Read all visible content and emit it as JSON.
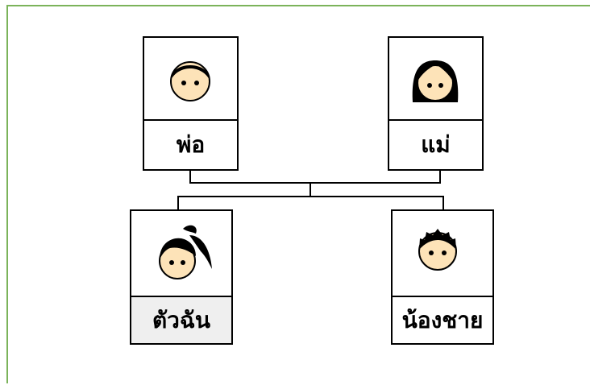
{
  "members": {
    "father": {
      "label": "พ่อ",
      "icon": "boy-face-icon"
    },
    "mother": {
      "label": "แม่",
      "icon": "girl-long-hair-face-icon"
    },
    "me": {
      "label": "ตัวฉัน",
      "icon": "girl-ponytail-face-icon",
      "highlighted": true
    },
    "brother": {
      "label": "น้องชาย",
      "icon": "boy-spiky-hair-face-icon"
    }
  },
  "colors": {
    "frame": "#7bb35a",
    "skin": "#fde3b8",
    "hair": "#000000",
    "highlight": "#efefef"
  }
}
